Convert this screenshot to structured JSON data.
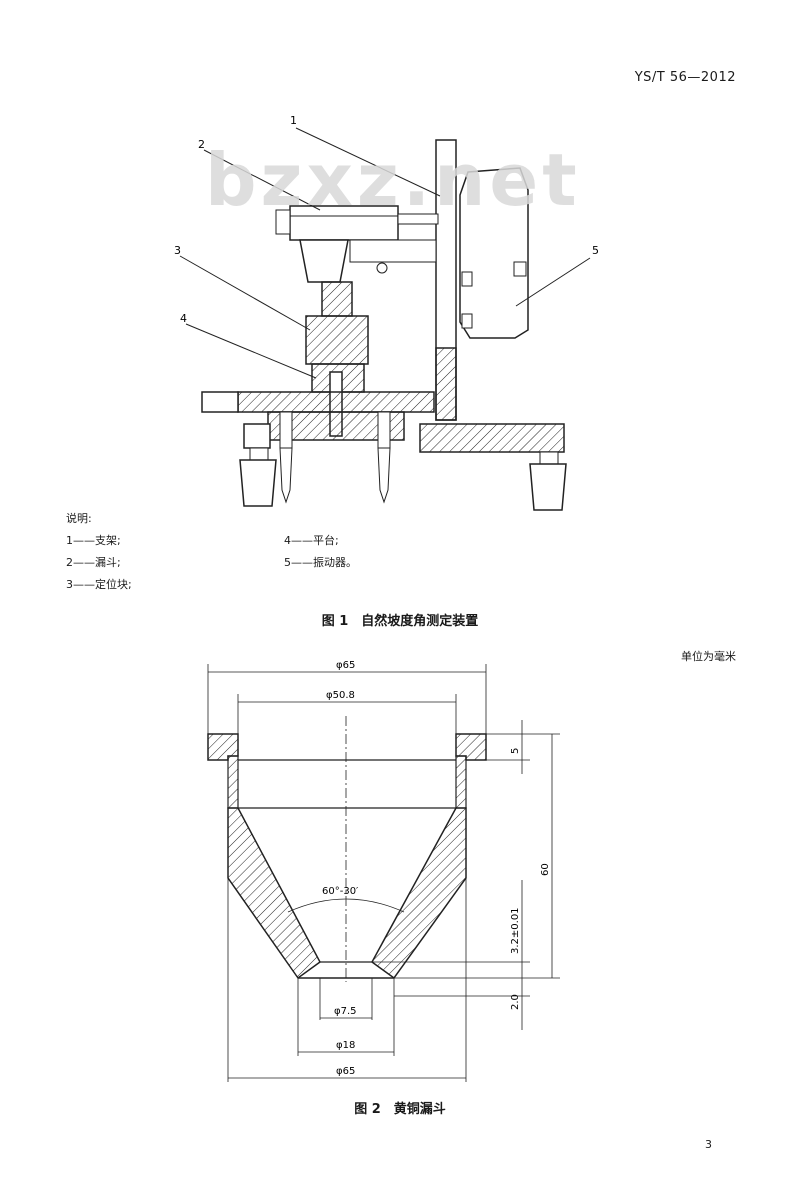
{
  "header": {
    "standard_code": "YS/T 56—2012"
  },
  "watermark": "bzxz.net",
  "figure1": {
    "callouts": [
      "1",
      "2",
      "3",
      "4",
      "5"
    ],
    "legend_title": "说明:",
    "legend_items": [
      "1——支架;",
      "2——漏斗;",
      "3——定位块;",
      "4——平台;",
      "5——振动器。"
    ],
    "caption": "图 1　自然坡度角测定装置"
  },
  "figure2": {
    "unit_note": "单位为毫米",
    "dimensions": {
      "outer_top_diameter": "φ65",
      "inner_top_diameter": "φ50.8",
      "rim_height": "5",
      "total_height": "60",
      "orifice_length": "3.2±0.01",
      "tip_height": "2.0",
      "cone_angle": "60°-30′",
      "orifice_diameter": "φ7.5",
      "tip_diameter": "φ18",
      "bottom_width": "φ65"
    },
    "caption": "图 2　黄铜漏斗"
  },
  "page_number": "3"
}
